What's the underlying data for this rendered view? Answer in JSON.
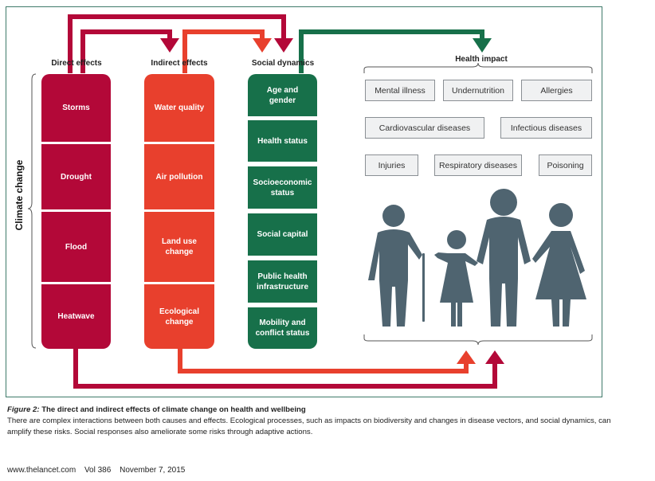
{
  "columns": {
    "direct": {
      "title": "Direct effects",
      "items": [
        "Storms",
        "Drought",
        "Flood",
        "Heatwave"
      ]
    },
    "indirect": {
      "title": "Indirect effects",
      "items": [
        "Water quality",
        "Air pollution",
        "Land use change",
        "Ecological change"
      ]
    },
    "social": {
      "title": "Social dynamics",
      "items": [
        "Age and gender",
        "Health status",
        "Socioeconomic status",
        "Social capital",
        "Public health infrastructure",
        "Mobility and conflict status"
      ]
    }
  },
  "side_label": "Climate change",
  "health": {
    "title": "Health impact",
    "items": [
      "Mental illness",
      "Undernutrition",
      "Allergies",
      "Cardiovascular diseases",
      "Infectious diseases",
      "Injuries",
      "Respiratory diseases",
      "Poisoning"
    ]
  },
  "colors": {
    "direct": "#b30838",
    "indirect": "#e8402d",
    "social": "#17704a",
    "people": "#4f6470"
  },
  "figure": {
    "label": "Figure 2:",
    "title": "The direct and indirect effects of climate change on health and wellbeing",
    "text": "There are complex interactions between both causes and effects. Ecological processes, such as impacts on biodiversity and changes in disease vectors, and social dynamics, can amplify these risks. Social responses also ameliorate some risks through adaptive actions."
  },
  "footer": {
    "site": "www.thelancet.com",
    "volume": "Vol 386",
    "date": "November 7, 2015"
  }
}
